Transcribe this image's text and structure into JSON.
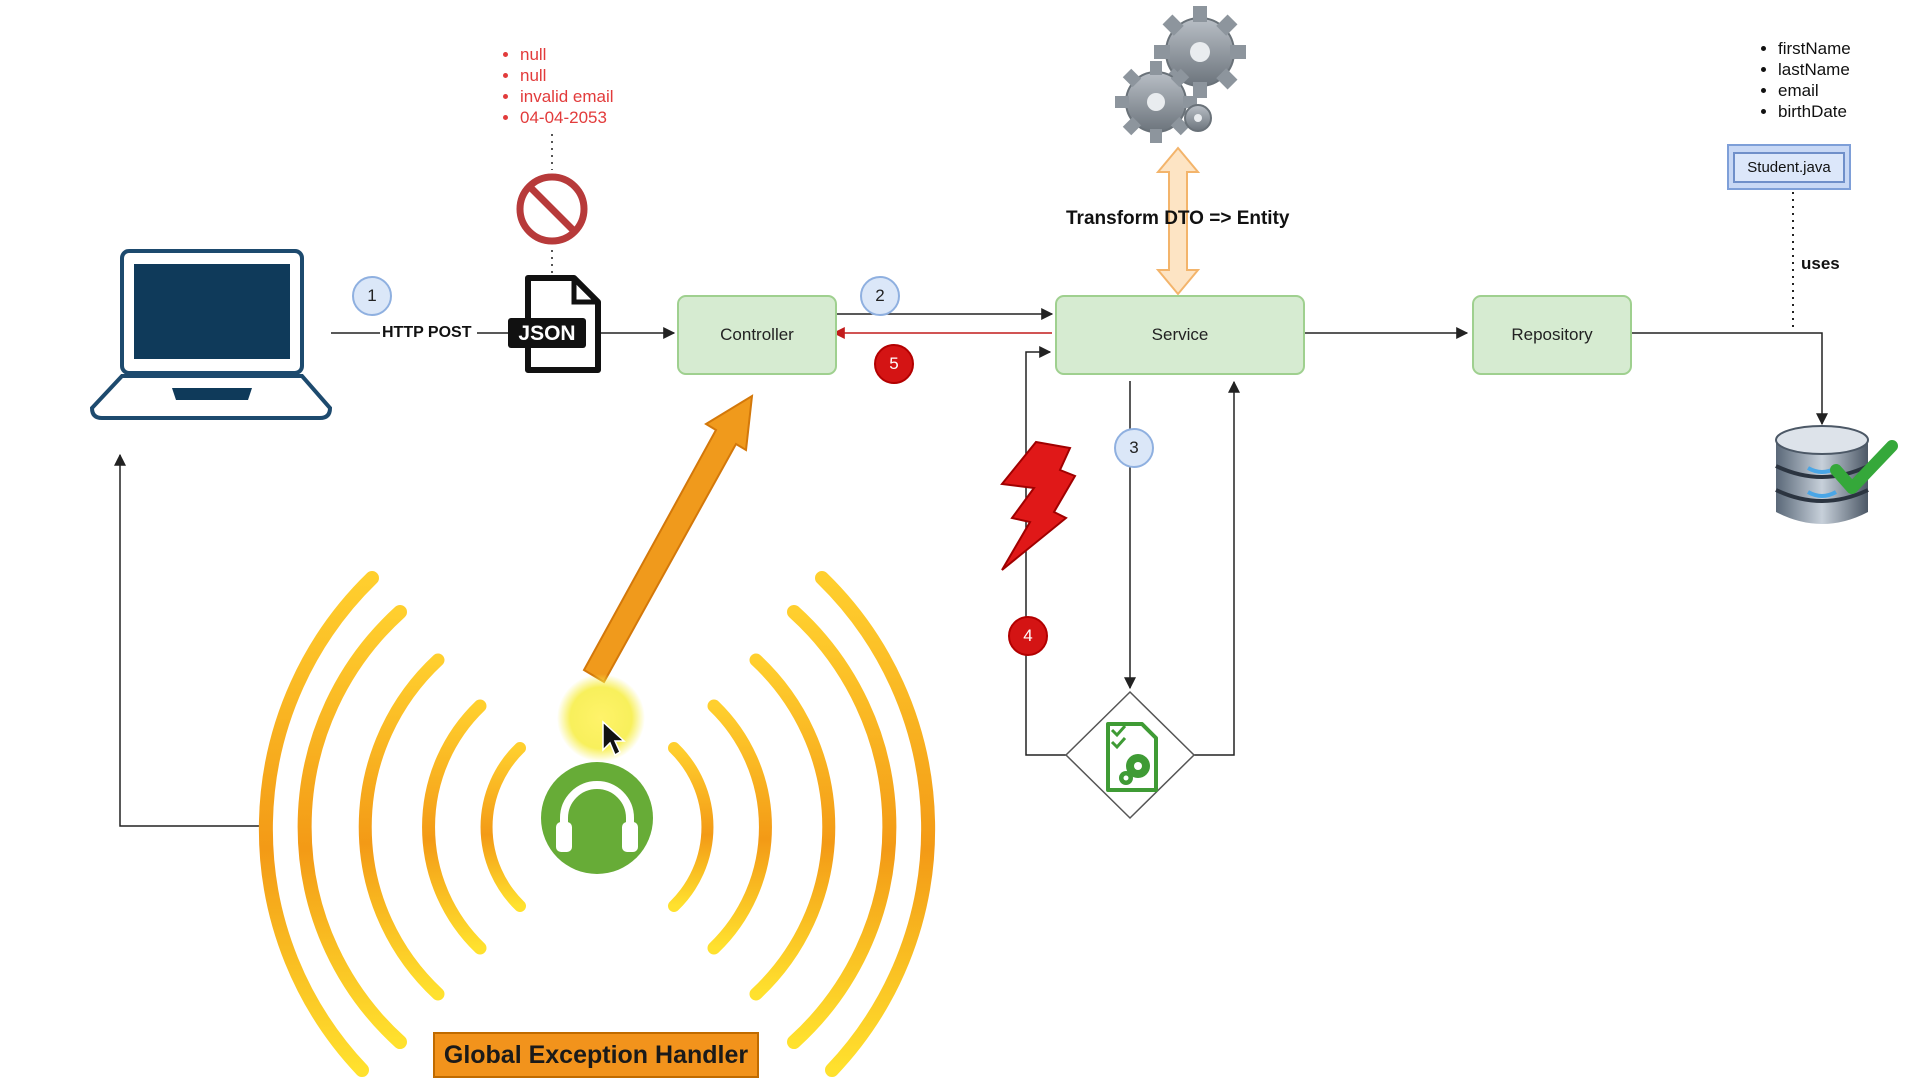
{
  "client": {
    "icon": "laptop-icon"
  },
  "steps": {
    "step1": "1",
    "step2": "2",
    "step3": "3",
    "step4": "4",
    "step5": "5"
  },
  "request": {
    "method_label": "HTTP POST",
    "payload_icon": "json-file-icon",
    "payload_label": "JSON",
    "invalid_values": [
      "null",
      "null",
      "invalid email",
      "04-04-2053"
    ],
    "blocked_icon": "prohibited-icon"
  },
  "components": {
    "controller": "Controller",
    "service": "Service",
    "repository": "Repository"
  },
  "transform": {
    "label": "Transform DTO => Entity",
    "icon": "gears-icon"
  },
  "entity": {
    "fields": [
      "firstName",
      "lastName",
      "email",
      "birthDate"
    ],
    "file": "Student.java",
    "relation": "uses"
  },
  "database": {
    "icon": "database-check-icon"
  },
  "validation": {
    "icon": "validation-settings-icon",
    "error_icon": "lightning-icon"
  },
  "handler": {
    "label": "Global Exception Handler",
    "icon": "headphones-broadcast-icon"
  },
  "colors": {
    "green_box": "#d6ebd1",
    "green_border": "#9fd08f",
    "error_red": "#d41414",
    "step_blue": "#dbe7f8",
    "handler_orange": "#f2931c",
    "invalid_text": "#e23b3b"
  }
}
